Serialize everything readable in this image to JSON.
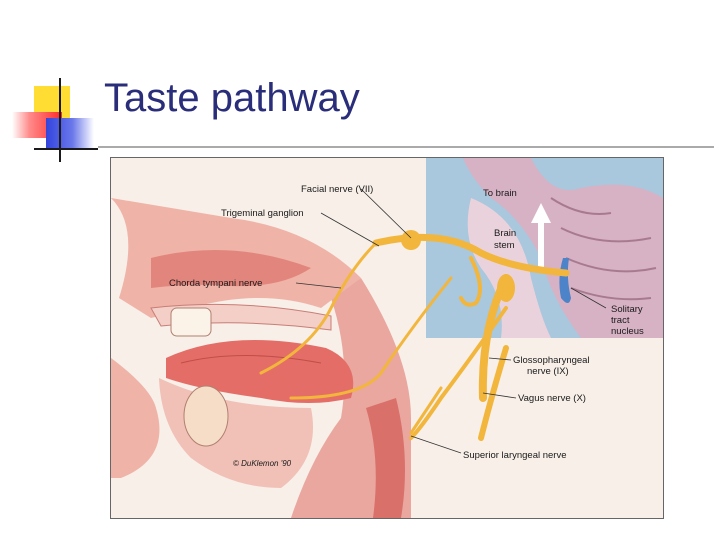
{
  "slide": {
    "title": "Taste pathway"
  },
  "figure": {
    "labels": {
      "facial_nerve": "Facial nerve (VII)",
      "trigeminal_ganglion": "Trigeminal ganglion",
      "chorda_tympani": "Chorda tympani nerve",
      "to_brain": "To brain",
      "brain_stem_1": "Brain",
      "brain_stem_2": "stem",
      "solitary_1": "Solitary",
      "solitary_2": "tract",
      "solitary_3": "nucleus",
      "glosso_1": "Glossopharyngeal",
      "glosso_2": "nerve (IX)",
      "vagus": "Vagus nerve (X)",
      "superior_laryngeal": "Superior laryngeal nerve",
      "copyright": "© DuKlemon '90"
    }
  },
  "colors": {
    "title": "#2a2d7a",
    "nerve": "#f2b63c",
    "tissue": "#e78a84",
    "brain_panel": "#a9c7dd"
  }
}
